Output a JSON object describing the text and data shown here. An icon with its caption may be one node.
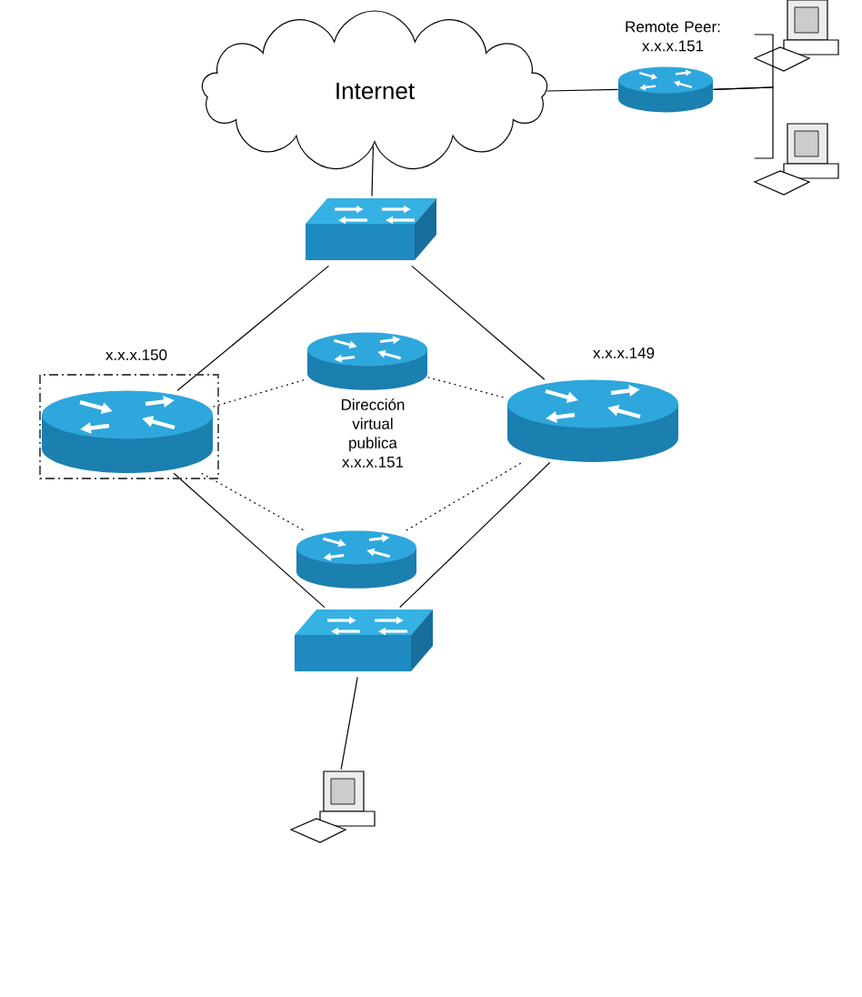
{
  "diagram": {
    "nodes": [
      {
        "text": [
          "Internet"
        ]
      },
      {
        "text": [
          "Remote Peer: x.x.x.151"
        ]
      },
      {
        "text": [],
        "shape": "computer"
      },
      {
        "text": [],
        "shape": "computer"
      },
      {
        "text": [],
        "shape": "switch"
      },
      {
        "text": [
          "x.x.x.150"
        ]
      },
      {
        "text": [
          "Dirección virtual publica x.x.x.151"
        ]
      },
      {
        "text": [
          "x.x.x.149"
        ]
      },
      {
        "text": [],
        "shape": "router"
      },
      {
        "text": [],
        "shape": "switch"
      },
      {
        "text": [],
        "shape": "computer"
      }
    ],
    "edges": [
      {
        "from": 0,
        "to": 4,
        "arrow": "none"
      },
      {
        "from": 0,
        "to": 1,
        "arrow": "none"
      },
      {
        "from": 1,
        "to": 2,
        "arrow": "none"
      },
      {
        "from": 1,
        "to": 3,
        "arrow": "none"
      },
      {
        "from": 4,
        "to": 5,
        "arrow": "none"
      },
      {
        "from": 4,
        "to": 7,
        "arrow": "none"
      },
      {
        "from": 5,
        "to": 6,
        "arrow": "none",
        "style": "dashed"
      },
      {
        "from": 6,
        "to": 7,
        "arrow": "none",
        "style": "dashed"
      },
      {
        "from": 5,
        "to": 8,
        "arrow": "none",
        "style": "dashed"
      },
      {
        "from": 8,
        "to": 7,
        "arrow": "none",
        "style": "dashed"
      },
      {
        "from": 5,
        "to": 9,
        "arrow": "none"
      },
      {
        "from": 7,
        "to": 9,
        "arrow": "none"
      },
      {
        "from": 9,
        "to": 10,
        "arrow": "none"
      }
    ]
  }
}
